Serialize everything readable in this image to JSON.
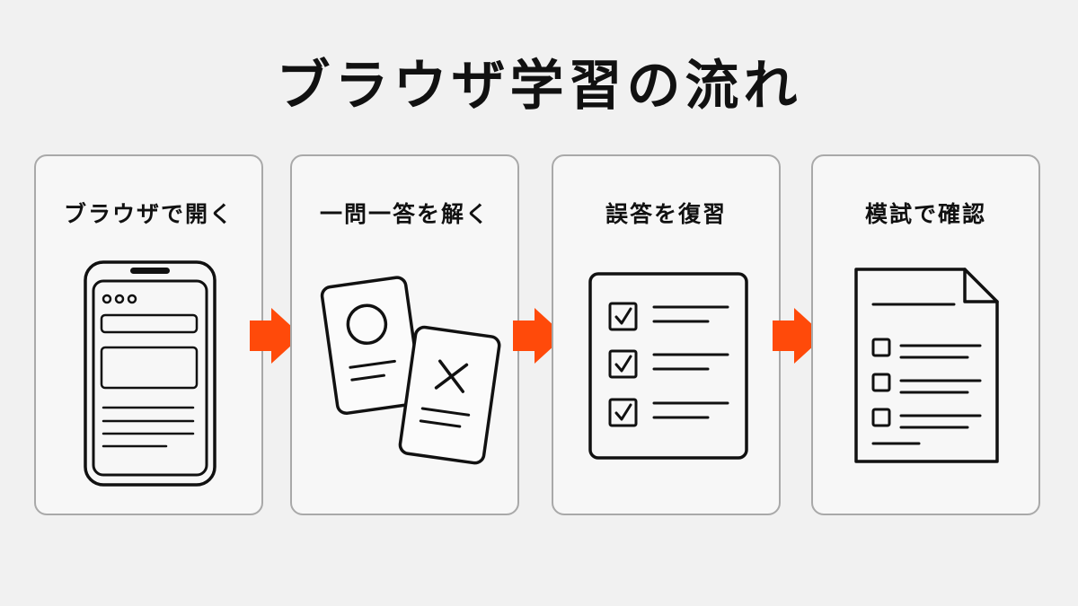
{
  "title": "ブラウザ学習の流れ",
  "accent_color": "#ff4a0a",
  "steps": [
    {
      "label": "ブラウザで開く",
      "icon": "smartphone-browser-icon"
    },
    {
      "label": "一問一答を解く",
      "icon": "flashcards-circle-cross-icon"
    },
    {
      "label": "誤答を復習",
      "icon": "checklist-icon"
    },
    {
      "label": "模試で確認",
      "icon": "exam-document-icon"
    }
  ],
  "arrows": [
    "right-arrow-icon",
    "right-arrow-icon",
    "right-arrow-icon"
  ]
}
